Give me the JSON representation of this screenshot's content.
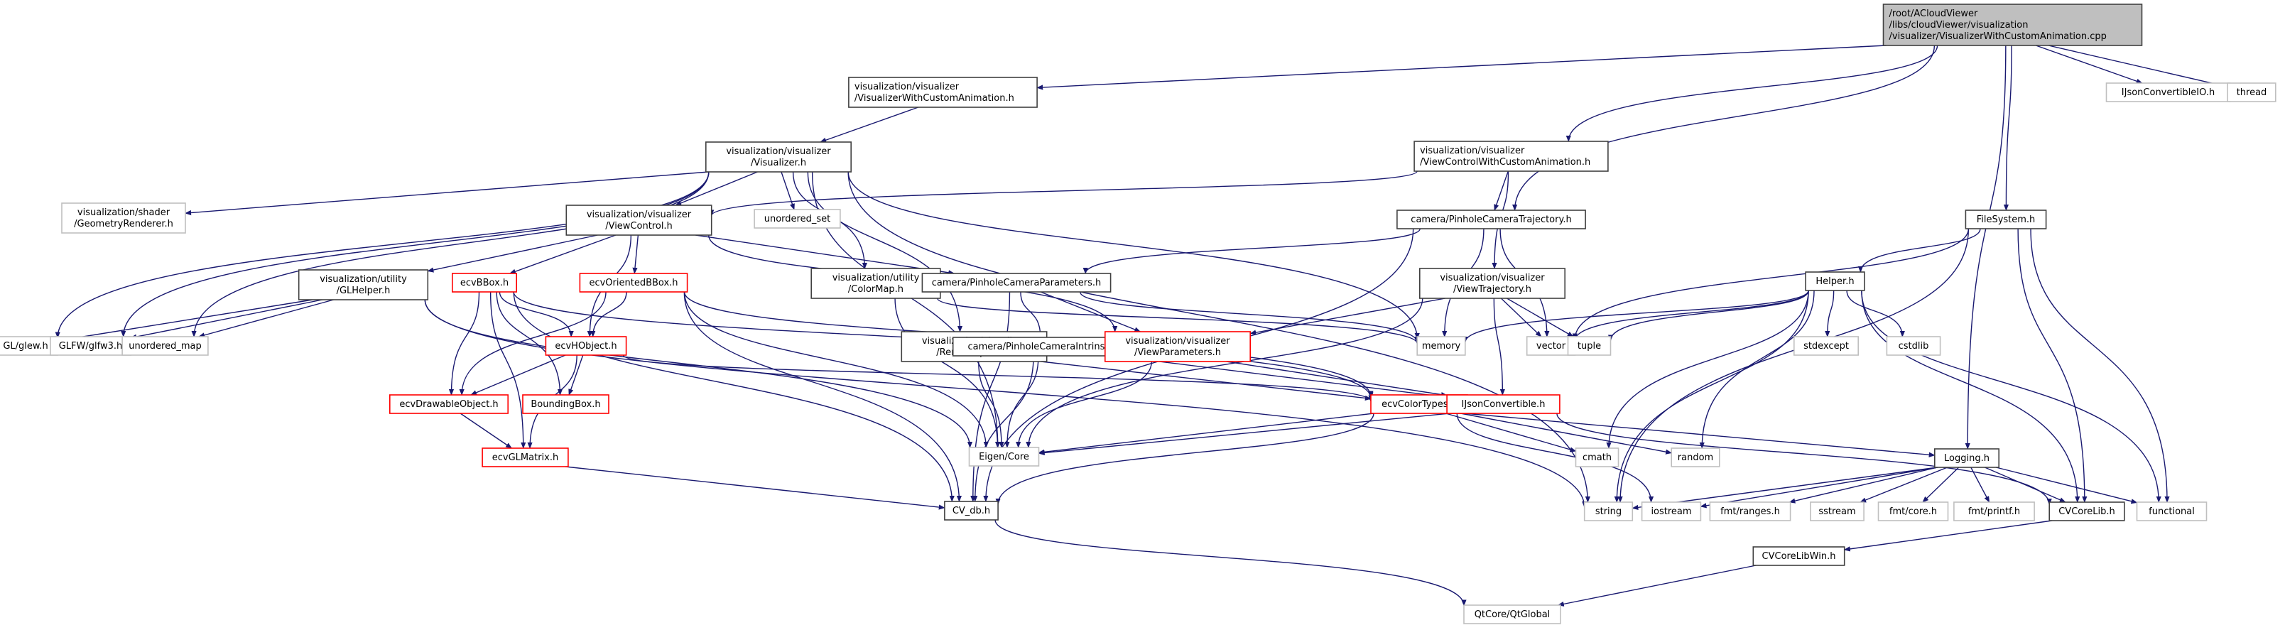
{
  "graph": {
    "title": "Include dependency graph for VisualizerWithCustomAnimation.cpp",
    "edge_color": "#191970",
    "nodes": {
      "root": {
        "label": [
          "/root/ACloudViewer",
          "/libs/cloudViewer/visualization",
          "/visualizer/VisualizerWithCustomAnimation.cpp"
        ],
        "style": "root"
      },
      "vwca_h": {
        "label": [
          "visualization/visualizer",
          "/VisualizerWithCustomAnimation.h"
        ],
        "style": "black"
      },
      "visualizer_h": {
        "label": [
          "visualization/visualizer",
          "/Visualizer.h"
        ],
        "style": "black"
      },
      "vcwca_h": {
        "label": [
          "visualization/visualizer",
          "/ViewControlWithCustomAnimation.h"
        ],
        "style": "black"
      },
      "ijsonio_h": {
        "label": [
          "IJsonConvertibleIO.h"
        ],
        "style": "gray"
      },
      "thread": {
        "label": [
          "thread"
        ],
        "style": "gray"
      },
      "geomrenderer_h": {
        "label": [
          "visualization/shader",
          "/GeometryRenderer.h"
        ],
        "style": "gray"
      },
      "unordered_set": {
        "label": [
          "unordered_set"
        ],
        "style": "gray"
      },
      "viewcontrol_h": {
        "label": [
          "visualization/visualizer",
          "/ViewControl.h"
        ],
        "style": "black"
      },
      "pctraj_h": {
        "label": [
          "camera/PinholeCameraTrajectory.h"
        ],
        "style": "black"
      },
      "filesystem_h": {
        "label": [
          "FileSystem.h"
        ],
        "style": "black"
      },
      "glhelper_h": {
        "label": [
          "visualization/utility",
          "/GLHelper.h"
        ],
        "style": "black"
      },
      "ecvbbox_h": {
        "label": [
          "ecvBBox.h"
        ],
        "style": "red"
      },
      "ecvobbox_h": {
        "label": [
          "ecvOrientedBBox.h"
        ],
        "style": "red"
      },
      "colormap_h": {
        "label": [
          "visualization/utility",
          "/ColorMap.h"
        ],
        "style": "black"
      },
      "pcparams_h": {
        "label": [
          "camera/PinholeCameraParameters.h"
        ],
        "style": "black"
      },
      "viewtraj_h": {
        "label": [
          "visualization/visualizer",
          "/ViewTrajectory.h"
        ],
        "style": "black"
      },
      "helper_h": {
        "label": [
          "Helper.h"
        ],
        "style": "black"
      },
      "glew_h": {
        "label": [
          "GL/glew.h"
        ],
        "style": "gray"
      },
      "glfw3_h": {
        "label": [
          "GLFW/glfw3.h"
        ],
        "style": "gray"
      },
      "unordered_map": {
        "label": [
          "unordered_map"
        ],
        "style": "gray"
      },
      "ecvhobject_h": {
        "label": [
          "ecvHObject.h"
        ],
        "style": "red"
      },
      "renderoption_h": {
        "label": [
          "visualization/visualizer",
          "/RenderOption.h"
        ],
        "style": "black"
      },
      "pcintrinsic_h": {
        "label": [
          "camera/PinholeCameraIntrinsic.h"
        ],
        "style": "black"
      },
      "viewparams_h": {
        "label": [
          "visualization/visualizer",
          "/ViewParameters.h"
        ],
        "style": "red"
      },
      "memory": {
        "label": [
          "memory"
        ],
        "style": "gray"
      },
      "vector": {
        "label": [
          "vector"
        ],
        "style": "gray"
      },
      "tuple": {
        "label": [
          "tuple"
        ],
        "style": "gray"
      },
      "stdexcept": {
        "label": [
          "stdexcept"
        ],
        "style": "gray"
      },
      "cstdlib": {
        "label": [
          "cstdlib"
        ],
        "style": "gray"
      },
      "ecvdrawable_h": {
        "label": [
          "ecvDrawableObject.h"
        ],
        "style": "red"
      },
      "boundingbox_h": {
        "label": [
          "BoundingBox.h"
        ],
        "style": "red"
      },
      "ecvcolortypes_h": {
        "label": [
          "ecvColorTypes.h"
        ],
        "style": "red"
      },
      "ijson_h": {
        "label": [
          "IJsonConvertible.h"
        ],
        "style": "red"
      },
      "ecvglmatrix_h": {
        "label": [
          "ecvGLMatrix.h"
        ],
        "style": "red"
      },
      "eigen_core": {
        "label": [
          "Eigen/Core"
        ],
        "style": "gray"
      },
      "cmath": {
        "label": [
          "cmath"
        ],
        "style": "gray"
      },
      "random": {
        "label": [
          "random"
        ],
        "style": "gray"
      },
      "logging_h": {
        "label": [
          "Logging.h"
        ],
        "style": "black"
      },
      "cv_db_h": {
        "label": [
          "CV_db.h"
        ],
        "style": "black"
      },
      "string": {
        "label": [
          "string"
        ],
        "style": "gray"
      },
      "iostream": {
        "label": [
          "iostream"
        ],
        "style": "gray"
      },
      "fmt_ranges_h": {
        "label": [
          "fmt/ranges.h"
        ],
        "style": "gray"
      },
      "sstream": {
        "label": [
          "sstream"
        ],
        "style": "gray"
      },
      "fmt_core_h": {
        "label": [
          "fmt/core.h"
        ],
        "style": "gray"
      },
      "fmt_printf_h": {
        "label": [
          "fmt/printf.h"
        ],
        "style": "gray"
      },
      "cvcorelib_h": {
        "label": [
          "CVCoreLib.h"
        ],
        "style": "black"
      },
      "functional": {
        "label": [
          "functional"
        ],
        "style": "gray"
      },
      "cvcorelibwin_h": {
        "label": [
          "CVCoreLibWin.h"
        ],
        "style": "black"
      },
      "qtglobal": {
        "label": [
          "QtCore/QtGlobal"
        ],
        "style": "gray"
      }
    },
    "edges": [
      [
        "root",
        "vwca_h"
      ],
      [
        "root",
        "vcwca_h"
      ],
      [
        "root",
        "pctraj_h"
      ],
      [
        "root",
        "filesystem_h"
      ],
      [
        "root",
        "logging_h"
      ],
      [
        "root",
        "ijsonio_h"
      ],
      [
        "root",
        "thread"
      ],
      [
        "vwca_h",
        "visualizer_h"
      ],
      [
        "visualizer_h",
        "geomrenderer_h"
      ],
      [
        "visualizer_h",
        "unordered_set"
      ],
      [
        "visualizer_h",
        "viewcontrol_h"
      ],
      [
        "visualizer_h",
        "glew_h"
      ],
      [
        "visualizer_h",
        "glfw3_h"
      ],
      [
        "visualizer_h",
        "unordered_map"
      ],
      [
        "visualizer_h",
        "colormap_h"
      ],
      [
        "visualizer_h",
        "renderoption_h"
      ],
      [
        "visualizer_h",
        "eigen_core"
      ],
      [
        "visualizer_h",
        "memory"
      ],
      [
        "visualizer_h",
        "string"
      ],
      [
        "vcwca_h",
        "viewcontrol_h"
      ],
      [
        "vcwca_h",
        "pctraj_h"
      ],
      [
        "vcwca_h",
        "viewtraj_h"
      ],
      [
        "viewcontrol_h",
        "glhelper_h"
      ],
      [
        "viewcontrol_h",
        "ecvbbox_h"
      ],
      [
        "viewcontrol_h",
        "ecvobbox_h"
      ],
      [
        "viewcontrol_h",
        "ecvhobject_h"
      ],
      [
        "viewcontrol_h",
        "pcparams_h"
      ],
      [
        "viewcontrol_h",
        "viewparams_h"
      ],
      [
        "pctraj_h",
        "pcparams_h"
      ],
      [
        "pctraj_h",
        "memory"
      ],
      [
        "pctraj_h",
        "vector"
      ],
      [
        "pctraj_h",
        "cv_db_h"
      ],
      [
        "filesystem_h",
        "helper_h"
      ],
      [
        "filesystem_h",
        "vector"
      ],
      [
        "filesystem_h",
        "string"
      ],
      [
        "filesystem_h",
        "functional"
      ],
      [
        "filesystem_h",
        "cvcorelib_h"
      ],
      [
        "glhelper_h",
        "glew_h"
      ],
      [
        "glhelper_h",
        "glfw3_h"
      ],
      [
        "glhelper_h",
        "unordered_map"
      ],
      [
        "glhelper_h",
        "eigen_core"
      ],
      [
        "glhelper_h",
        "string"
      ],
      [
        "ecvbbox_h",
        "ecvhobject_h"
      ],
      [
        "ecvbbox_h",
        "ecvdrawable_h"
      ],
      [
        "ecvbbox_h",
        "boundingbox_h"
      ],
      [
        "ecvbbox_h",
        "ecvglmatrix_h"
      ],
      [
        "ecvbbox_h",
        "cv_db_h"
      ],
      [
        "ecvbbox_h",
        "ecvcolortypes_h"
      ],
      [
        "ecvobbox_h",
        "ecvhobject_h"
      ],
      [
        "ecvobbox_h",
        "ecvdrawable_h"
      ],
      [
        "ecvobbox_h",
        "eigen_core"
      ],
      [
        "ecvobbox_h",
        "cv_db_h"
      ],
      [
        "ecvobbox_h",
        "ecvcolortypes_h"
      ],
      [
        "ecvhobject_h",
        "ecvdrawable_h"
      ],
      [
        "ecvhobject_h",
        "boundingbox_h"
      ],
      [
        "ecvhobject_h",
        "ecvglmatrix_h"
      ],
      [
        "ecvhobject_h",
        "ecvcolortypes_h"
      ],
      [
        "colormap_h",
        "eigen_core"
      ],
      [
        "colormap_h",
        "memory"
      ],
      [
        "pcparams_h",
        "pcintrinsic_h"
      ],
      [
        "pcparams_h",
        "cv_db_h"
      ],
      [
        "pcparams_h",
        "memory"
      ],
      [
        "pcparams_h",
        "viewparams_h"
      ],
      [
        "viewtraj_h",
        "viewparams_h"
      ],
      [
        "viewtraj_h",
        "ijson_h"
      ],
      [
        "viewtraj_h",
        "vector"
      ],
      [
        "viewtraj_h",
        "tuple"
      ],
      [
        "viewtraj_h",
        "eigen_core"
      ],
      [
        "helper_h",
        "memory"
      ],
      [
        "helper_h",
        "vector"
      ],
      [
        "helper_h",
        "tuple"
      ],
      [
        "helper_h",
        "stdexcept"
      ],
      [
        "helper_h",
        "cstdlib"
      ],
      [
        "helper_h",
        "cmath"
      ],
      [
        "helper_h",
        "random"
      ],
      [
        "helper_h",
        "string"
      ],
      [
        "helper_h",
        "functional"
      ],
      [
        "helper_h",
        "cvcorelib_h"
      ],
      [
        "renderoption_h",
        "eigen_core"
      ],
      [
        "renderoption_h",
        "ecvcolortypes_h"
      ],
      [
        "pcintrinsic_h",
        "eigen_core"
      ],
      [
        "pcintrinsic_h",
        "cv_db_h"
      ],
      [
        "pcintrinsic_h",
        "ijson_h"
      ],
      [
        "viewparams_h",
        "eigen_core"
      ],
      [
        "viewparams_h",
        "ijson_h"
      ],
      [
        "ecvdrawable_h",
        "ecvglmatrix_h"
      ],
      [
        "ecvcolortypes_h",
        "eigen_core"
      ],
      [
        "ecvcolortypes_h",
        "cv_db_h"
      ],
      [
        "ecvcolortypes_h",
        "cmath"
      ],
      [
        "ecvcolortypes_h",
        "random"
      ],
      [
        "ecvcolortypes_h",
        "iostream"
      ],
      [
        "ecvcolortypes_h",
        "logging_h"
      ],
      [
        "ijson_h",
        "eigen_core"
      ],
      [
        "ijson_h",
        "cvcorelib_h"
      ],
      [
        "ecvglmatrix_h",
        "cv_db_h"
      ],
      [
        "logging_h",
        "string"
      ],
      [
        "logging_h",
        "iostream"
      ],
      [
        "logging_h",
        "fmt_ranges_h"
      ],
      [
        "logging_h",
        "sstream"
      ],
      [
        "logging_h",
        "fmt_core_h"
      ],
      [
        "logging_h",
        "fmt_printf_h"
      ],
      [
        "logging_h",
        "cvcorelib_h"
      ],
      [
        "logging_h",
        "functional"
      ],
      [
        "cv_db_h",
        "qtglobal"
      ],
      [
        "cvcorelib_h",
        "cvcorelibwin_h"
      ],
      [
        "cvcorelibwin_h",
        "qtglobal"
      ]
    ]
  }
}
